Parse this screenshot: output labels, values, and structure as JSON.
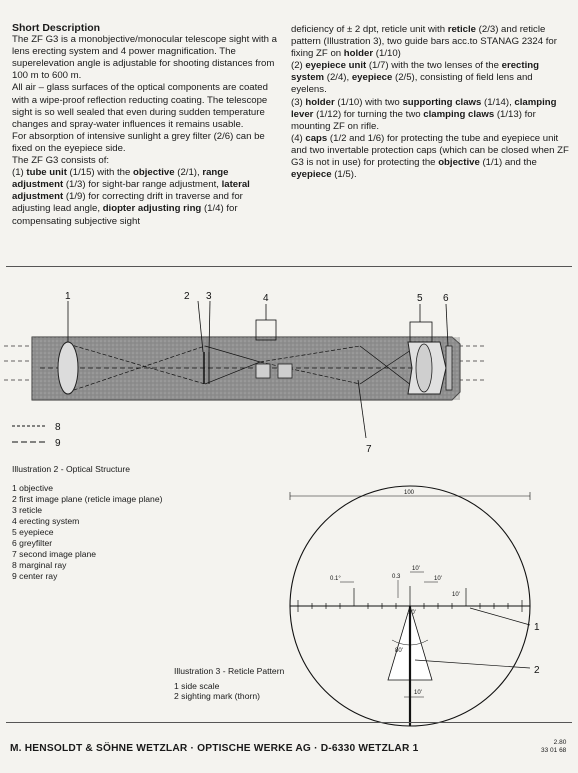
{
  "left_column": {
    "title": "Short Description",
    "p1": "The ZF G3 is a monobjective/monocular telescope sight with a lens erecting system and 4 power magnification. The superelevation angle is adjustable for shooting distances from 100 m to 600 m.",
    "p2": "All air – glass surfaces of the optical components are coated with a wipe-proof reflection reducting coating. The telescope sight is so well sealed that even during sudden temperature changes and spray-water influences it remains usable.",
    "p3": "For absorption of intensive sunlight a grey filter (2/6) can be fixed on the eyepiece side.",
    "p4": "The ZF G3 consists of:",
    "p5": {
      "t1": "(1)  ",
      "b1": "tube unit",
      "t2": " (1/15) with the ",
      "b2": "objective",
      "t3": " (2/1), ",
      "b3": "range adjustment",
      "t4": " (1/3) for sight-bar range adjustment, ",
      "b4": "lateral adjustment",
      "t5": " (1/9) for correcting drift in traverse and for adjusting lead angle, ",
      "b5": "diopter adjusting ring",
      "t6": " (1/4) for compensating subjective sight"
    }
  },
  "right_column": {
    "p1": {
      "t1": "deficiency of ± 2 dpt, reticle unit with ",
      "b1": "reticle",
      "t2": " (2/3) and reticle pattern (Illustration 3), two guide bars acc.to STANAG 2324 for fixing ZF on ",
      "b2": "holder",
      "t3": " (1/10)"
    },
    "p2": {
      "t1": "(2)  ",
      "b1": "eyepiece unit",
      "t2": " (1/7) with the two lenses of the ",
      "b2": "erecting system",
      "t3": " (2/4), ",
      "b3": "eyepiece",
      "t4": " (2/5), consisting of field lens and eyelens."
    },
    "p3": {
      "t1": "(3)  ",
      "b1": "holder",
      "t2": " (1/10) with two ",
      "b2": "supporting claws",
      "t3": " (1/14), ",
      "b3": "clamping lever",
      "t4": " (1/12) for turning the two ",
      "b4": "clamping claws",
      "t5": " (1/13) for mounting ZF on rifle."
    },
    "p4": {
      "t1": "(4)  ",
      "b1": "caps",
      "t2": " (1/2 and 1/6) for protecting the tube and eyepiece unit and two invertable protection caps (which can be closed when ZF G3 is not in use) for protecting the ",
      "b2": "objective",
      "t3": " (1/1) and the ",
      "b3": "eyepiece",
      "t4": " (1/5)."
    }
  },
  "diagram1": {
    "numbers": [
      "1",
      "2",
      "3",
      "4",
      "5",
      "6",
      "7",
      "8",
      "9"
    ]
  },
  "legend": {
    "title": "Illustration 2 - Optical Structure",
    "items": [
      "1  objective",
      "2  first image plane (reticle image plane)",
      "3  reticle",
      "4  erecting system",
      "5  eyepiece",
      "6  greyfilter",
      "7  second image plane",
      "8  marginal ray",
      "9  center ray"
    ]
  },
  "reticle": {
    "top_dim": "100",
    "marks": [
      "0.1°",
      "0.3",
      "10'",
      "10'",
      "10'",
      "10'",
      "80'",
      "10'"
    ],
    "callouts": [
      "1",
      "2"
    ]
  },
  "ill3": {
    "title": "Illustration 3 - Reticle Pattern",
    "items": [
      "1  side scale",
      "2  sighting mark (thorn)"
    ]
  },
  "footer": {
    "text": "M. HENSOLDT & SÖHNE WETZLAR · OPTISCHE WERKE AG · D-6330 WETZLAR 1",
    "code1": "2.80",
    "code2": "33 01 68"
  }
}
